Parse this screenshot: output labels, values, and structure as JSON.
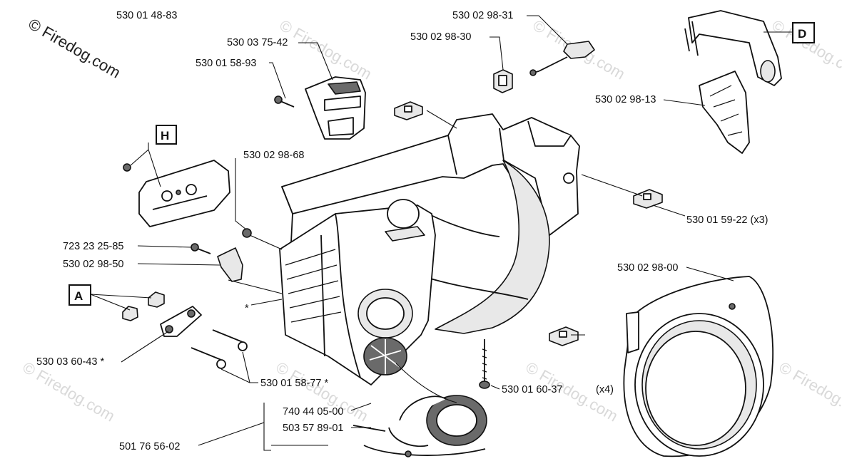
{
  "watermark": {
    "primary": "© Firedog.com",
    "faint": "© Firedog.com"
  },
  "section_boxes": {
    "H": "H",
    "D": "D",
    "A": "A"
  },
  "labels": {
    "p_530014883": "530 01 48-83",
    "p_530029831": "530 02 98-31",
    "p_530029830": "530 02 98-30",
    "p_530037542": "530 03 75-42",
    "p_530015893": "530 01 58-93",
    "p_530029813": "530 02 98-13",
    "p_530029868": "530 02 98-68",
    "p_530015922": "530 01 59-22  (x3)",
    "p_723232585": "723 23 25-85",
    "p_530029850": "530 02 98-50",
    "p_530029800": "530 02 98-00",
    "asterisk_housing": "*",
    "p_530036043": "530 03 60-43  *",
    "p_530015877": "530 01 58-77  *",
    "p_530016037": "530 01 60-37",
    "x4": "(x4)",
    "p_740440500": "740 44 05-00",
    "p_503578901": "503 57 89-01",
    "p_501765602": "501 76 56-02"
  },
  "colors": {
    "ink": "#111111",
    "part_fill": "#ffffff",
    "shade": "#e8e8e8",
    "dark": "#6a6a6a",
    "watermark_faint": "#d9d9d9"
  }
}
